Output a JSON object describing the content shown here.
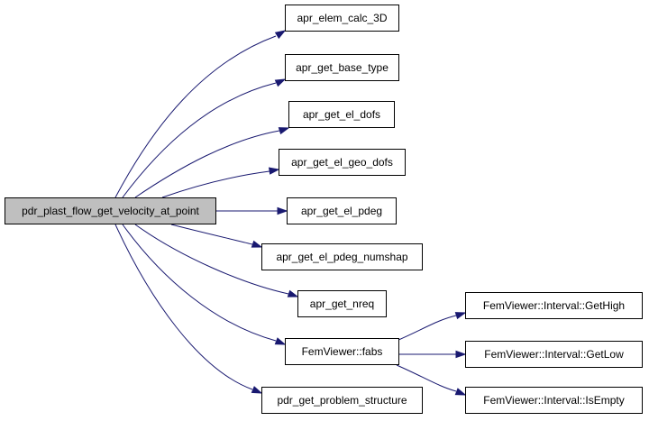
{
  "root": {
    "label": "pdr_plast_flow_get_velocity_at_point"
  },
  "callees": [
    {
      "label": "apr_elem_calc_3D"
    },
    {
      "label": "apr_get_base_type"
    },
    {
      "label": "apr_get_el_dofs"
    },
    {
      "label": "apr_get_el_geo_dofs"
    },
    {
      "label": "apr_get_el_pdeg"
    },
    {
      "label": "apr_get_el_pdeg_numshap"
    },
    {
      "label": "apr_get_nreq"
    },
    {
      "label": "FemViewer::fabs"
    },
    {
      "label": "pdr_get_problem_structure"
    }
  ],
  "fabs_callees": [
    {
      "label": "FemViewer::Interval::GetHigh"
    },
    {
      "label": "FemViewer::Interval::GetLow"
    },
    {
      "label": "FemViewer::Interval::IsEmpty"
    }
  ],
  "colors": {
    "edge": "#191970",
    "root_fill": "#bfbfbf",
    "node_fill": "#ffffff",
    "node_border": "#000000"
  }
}
